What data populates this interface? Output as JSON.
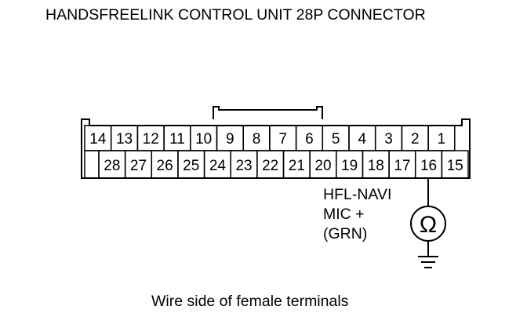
{
  "title": "HANDSFREELINK CONTROL UNIT 28P CONNECTOR",
  "caption": "Wire side of female terminals",
  "connector": {
    "top_row": [
      "14",
      "13",
      "12",
      "11",
      "10",
      "9",
      "8",
      "7",
      "6",
      "5",
      "4",
      "3",
      "2",
      "1"
    ],
    "bottom_row": [
      "",
      "28",
      "27",
      "26",
      "25",
      "24",
      "23",
      "22",
      "21",
      "20",
      "19",
      "18",
      "17",
      "16",
      "15"
    ]
  },
  "wire": {
    "terminal": "16",
    "label_lines": [
      "HFL-NAVI",
      "MIC +",
      "(GRN)"
    ]
  },
  "meter": {
    "symbol": "Ω"
  },
  "icons": {
    "meter": "ohmmeter-icon",
    "ground": "ground-icon"
  }
}
